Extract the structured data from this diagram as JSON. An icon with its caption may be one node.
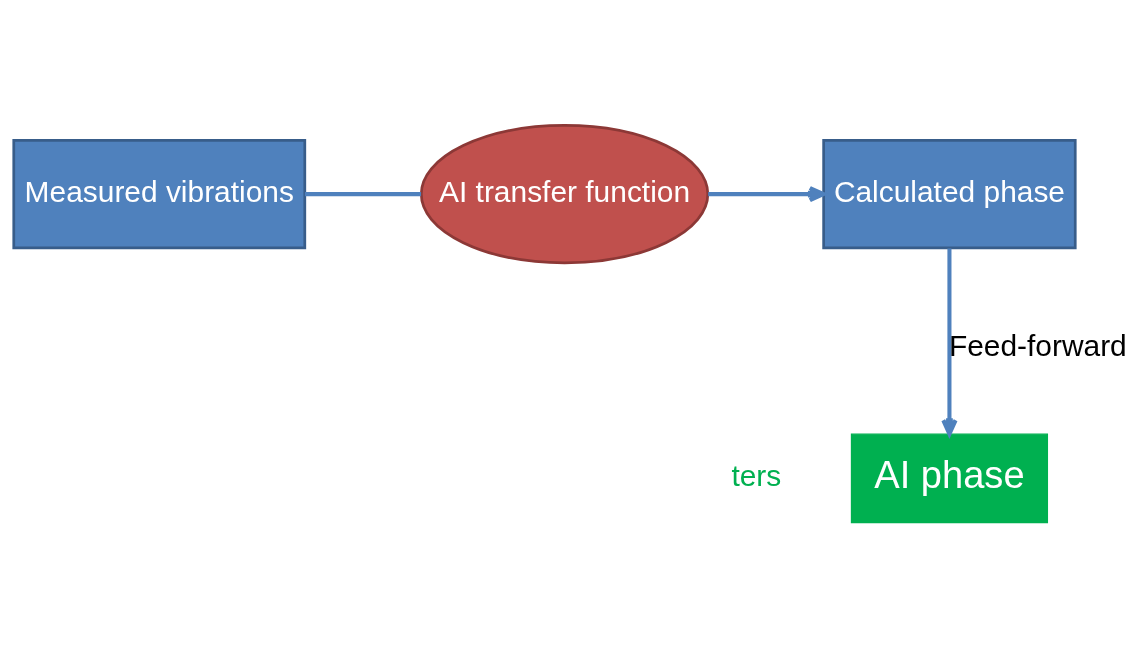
{
  "diagram": {
    "nodes": [
      {
        "text": [
          "Measured vibrations"
        ]
      },
      {
        "text": [
          "AI transfer function"
        ]
      },
      {
        "text": [
          "Calculated phase"
        ]
      },
      {
        "text": [
          "AI phase"
        ]
      }
    ],
    "edges": [
      {
        "from": 0,
        "to": 1,
        "arrow": "none"
      },
      {
        "from": 1,
        "to": 2,
        "arrow": "to"
      },
      {
        "from": 2,
        "to": 3,
        "arrow": "to",
        "label": "Feed-forward"
      }
    ],
    "labels": [
      "ters"
    ]
  }
}
